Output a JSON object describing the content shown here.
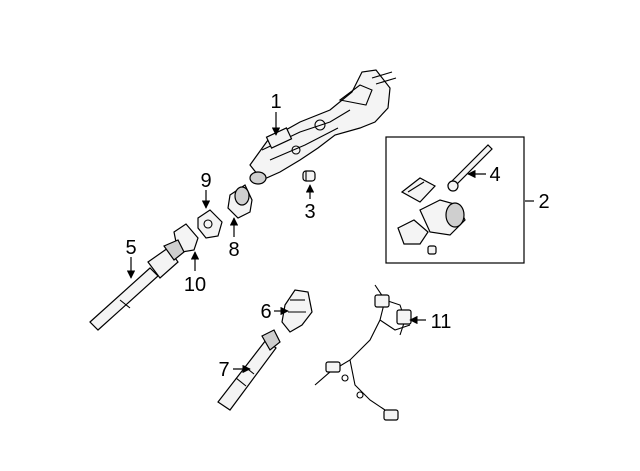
{
  "callouts": {
    "c1": "1",
    "c2": "2",
    "c3": "3",
    "c4": "4",
    "c5": "5",
    "c6": "6",
    "c7": "7",
    "c8": "8",
    "c9": "9",
    "c10": "10",
    "c11": "11"
  },
  "colors": {
    "line": "#000000",
    "fill": "#f4f4f4",
    "shade": "#cfcfcf",
    "background": "#ffffff"
  }
}
